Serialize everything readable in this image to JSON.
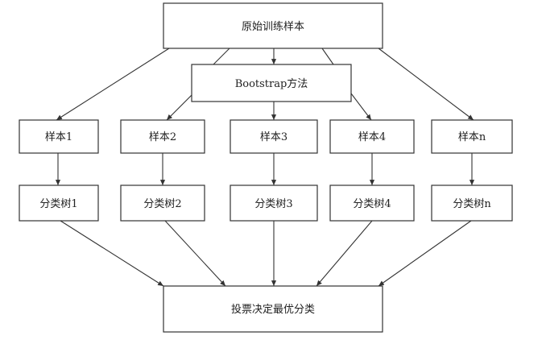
{
  "diagram": {
    "top": {
      "label": "原始训练样本"
    },
    "method": {
      "label": "Bootstrap方法"
    },
    "samples": [
      {
        "label": "样本1"
      },
      {
        "label": "样本2"
      },
      {
        "label": "样本3"
      },
      {
        "label": "样本4"
      },
      {
        "label": "样本n"
      }
    ],
    "trees": [
      {
        "label": "分类树1"
      },
      {
        "label": "分类树2"
      },
      {
        "label": "分类树3"
      },
      {
        "label": "分类树4"
      },
      {
        "label": "分类树n"
      }
    ],
    "result": {
      "label": "投票决定最优分类"
    }
  }
}
